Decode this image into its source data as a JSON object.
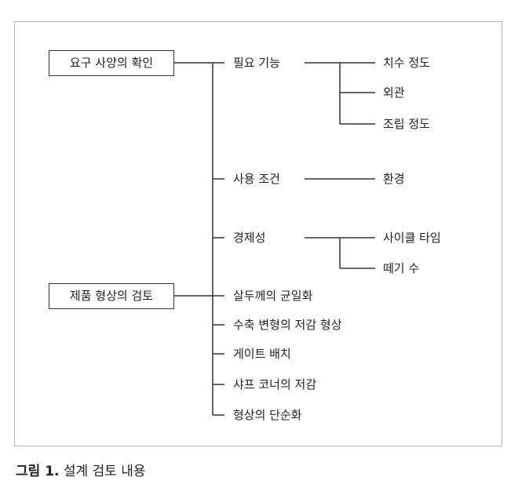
{
  "diagram": {
    "req_box": "요구 사양의 확인",
    "shape_box": "제품 형상의 검토",
    "branches": {
      "required_function": "필요 기능",
      "dim_accuracy": "치수 정도",
      "appearance": "외관",
      "assembly_accuracy": "조립 정도",
      "usage_conditions": "사용 조건",
      "environment": "환경",
      "economy": "경제성",
      "cycle_time": "사이클 타임",
      "cavity_count": "떼기 수",
      "wall_uniform": "살두께의 균일화",
      "shrink_reduce": "수축 변형의 저감 형상",
      "gate_place": "게이트 배치",
      "sharp_corner": "샤프 코너의 저감",
      "shape_simplify": "형상의 단순화"
    }
  },
  "caption": {
    "number": "그림 1.",
    "text": " 설계 검토 내용"
  }
}
